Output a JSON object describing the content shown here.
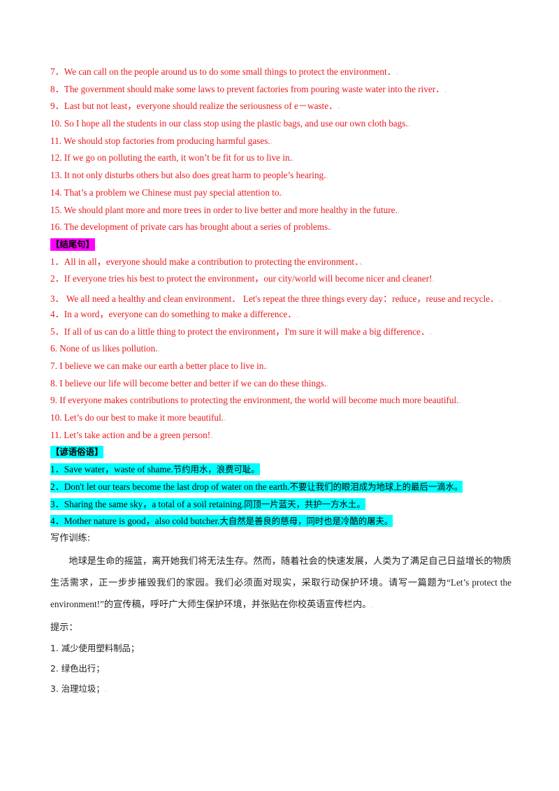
{
  "sentences_a": [
    {
      "text": "7．We can call on the people around us to do some small things to protect the environment．",
      "tail": "."
    },
    {
      "text": "8．The government should make some laws to prevent factories from pouring waste water into the river．",
      "tail": "."
    },
    {
      "text": "9．Last but not least，everyone should realize the seriousness of e－waste．",
      "tail": "."
    },
    {
      "text": "10. So I hope all the students in our class stop using the plastic bags, and use our own cloth bags.",
      "tail": "."
    },
    {
      "text": "11. We should stop factories from producing harmful gases.",
      "tail": "."
    },
    {
      "text": "12. If we go on polluting the earth, it won’t be fit for us to live in.",
      "tail": "."
    },
    {
      "text": "13. It not only disturbs others but also does great harm to people’s hearing.",
      "tail": "."
    },
    {
      "text": "14. That’s a problem we Chinese must pay special attention to.",
      "tail": "."
    },
    {
      "text": "15. We should plant more and more trees in order to live better and more healthy in the future.",
      "tail": "."
    },
    {
      "text": "16. The development of private cars has brought about a series of problems.",
      "tail": "."
    }
  ],
  "heading_ending": "【结尾句】",
  "heading_ending_tail": ".",
  "sentences_b": [
    {
      "text": "1．All in all，everyone should make a contribution to protecting the environment．",
      "tail": "、"
    },
    {
      "text": "2．If everyone tries his best to protect the environment，our city/world will become nicer and cleaner!",
      "tail": "."
    },
    {
      "text": "3． We all need a healthy and clean environment． Let's repeat the three things every day：reduce，reuse and recycle．",
      "tail": "."
    },
    {
      "text": "4．In a word，everyone can do something to make a difference．",
      "tail": "."
    },
    {
      "text": "5．If all of us can do a little thing to protect the environment，I'm sure it will make a big difference．",
      "tail": "."
    },
    {
      "text": "6. None of us likes pollution.",
      "tail": "."
    },
    {
      "text": "7. I believe we can make our earth a better place to live in.",
      "tail": "."
    },
    {
      "text": "8. I believe our life will become better and better if we can do these things.",
      "tail": "."
    },
    {
      "text": "9. If everyone makes contributions to protecting the environment, the world will become much more beautiful.",
      "tail": "."
    },
    {
      "text": "10. Let’s do our best to make it more beautiful.",
      "tail": "."
    },
    {
      "text": "11. Let’s take action and be a green person!",
      "tail": "."
    }
  ],
  "heading_proverbs": "【谚语俗语】",
  "heading_proverbs_tail": ".",
  "proverbs": [
    {
      "en": "1．Save water，waste of shame.",
      "cn": "节约用水，浪费可耻。",
      "tail": "."
    },
    {
      "en": "2．Don't let our tears become the last drop of water on the earth.",
      "cn": "不要让我们的眼泪成为地球上的最后一滴水。",
      "tail": ""
    },
    {
      "en": "3．Sharing the same sky，a total of a soil retaining.",
      "cn": "同顶一片蓝天，共护一方水土。",
      "tail": "."
    },
    {
      "en": "4．Mother nature is good，also cold butcher.",
      "cn": "大自然是善良的慈母，同时也是冷酷的屠夫。",
      "tail": "."
    }
  ],
  "task_label": "写作训练:",
  "task_para_1": "地球是生命的摇篮，离开她我们将无法生存。然而，随着社会的快速发展，人类为了满足自己日益增长的物质生活需求，正一步步摧毁我们的家园。我们必须面对现实，采取行动保护环境。请写一篇题为",
  "task_para_quote": "“Let’s protect the environment!”",
  "task_para_2": "的宣传稿，呼吁广大师生保护环境，并张贴在你校英语宣传栏内。",
  "task_para_tail": ".",
  "hint_label": "提示：",
  "hints": [
    {
      "text": "1.  减少使用塑料制品；",
      "tail": ""
    },
    {
      "text": "2.  绿色出行；",
      "tail": ""
    },
    {
      "text": "3.  治理垃圾；",
      "tail": "."
    }
  ]
}
